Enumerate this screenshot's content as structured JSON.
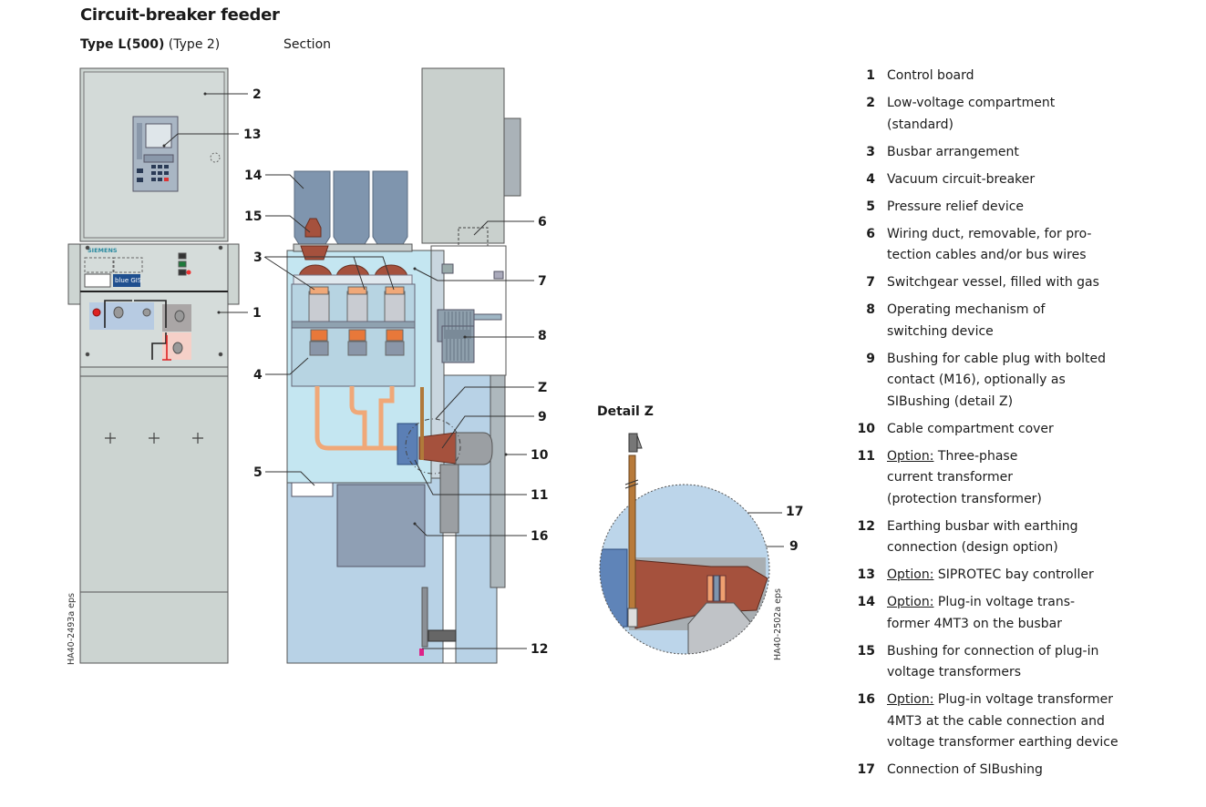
{
  "header": {
    "title": "Circuit-breaker feeder",
    "type_bold": "Type L(500)",
    "type_rest": " (Type 2)",
    "section": "Section"
  },
  "front_panel": {
    "brand": "SIEMENS",
    "product": "blue GIS"
  },
  "detail": {
    "title": "Detail Z"
  },
  "references": {
    "front": "HA40-2493a eps",
    "detail": "HA40-2502a eps"
  },
  "callouts": {
    "c1": "1",
    "c2": "2",
    "c3": "3",
    "c4": "4",
    "c5": "5",
    "c6": "6",
    "c7": "7",
    "c8": "8",
    "c9": "9",
    "c10": "10",
    "c11": "11",
    "c12": "12",
    "c13": "13",
    "c14": "14",
    "c15": "15",
    "c16": "16",
    "cZ": "Z",
    "d17": "17",
    "d9": "9"
  },
  "legend": [
    {
      "num": "1",
      "option": "",
      "lines": [
        "Control board"
      ]
    },
    {
      "num": "2",
      "option": "",
      "lines": [
        "Low-voltage compartment",
        "(standard)"
      ]
    },
    {
      "num": "3",
      "option": "",
      "lines": [
        "Busbar arrangement"
      ]
    },
    {
      "num": "4",
      "option": "",
      "lines": [
        "Vacuum circuit-breaker"
      ]
    },
    {
      "num": "5",
      "option": "",
      "lines": [
        "Pressure relief device"
      ]
    },
    {
      "num": "6",
      "option": "",
      "lines": [
        "Wiring duct, removable, for pro-",
        "tection cables and/or bus wires"
      ]
    },
    {
      "num": "7",
      "option": "",
      "lines": [
        "Switchgear vessel, filled with gas"
      ]
    },
    {
      "num": "8",
      "option": "",
      "lines": [
        "Operating mechanism of",
        "switching device"
      ]
    },
    {
      "num": "9",
      "option": "",
      "lines": [
        "Bushing for cable plug with bolted",
        "contact (M16), optionally as",
        "SIBushing (detail Z)"
      ]
    },
    {
      "num": "10",
      "option": "",
      "lines": [
        "Cable compartment cover"
      ]
    },
    {
      "num": "11",
      "option": "Option:",
      "lines": [
        " Three-phase",
        "current transformer",
        "(protection transformer)"
      ]
    },
    {
      "num": "12",
      "option": "",
      "lines": [
        "Earthing busbar with earthing",
        "connection (design option)"
      ]
    },
    {
      "num": "13",
      "option": "Option:",
      "lines": [
        " SIPROTEC bay controller"
      ]
    },
    {
      "num": "14",
      "option": "Option:",
      "lines": [
        " Plug-in voltage trans-",
        "former 4MT3 on the busbar"
      ]
    },
    {
      "num": "15",
      "option": "",
      "lines": [
        "Bushing for connection of plug-in",
        "voltage transformers"
      ]
    },
    {
      "num": "16",
      "option": "Option:",
      "lines": [
        " Plug-in voltage transformer",
        "4MT3 at the cable connection and",
        "voltage transformer earthing device"
      ]
    },
    {
      "num": "17",
      "option": "",
      "lines": [
        "Connection of SIBushing"
      ]
    }
  ],
  "colors": {
    "panel_grey": "#cdd5d2",
    "gas_vessel": "#c4e6f1",
    "cable_compartment": "#b8d2e6",
    "transformer_blue": "#7f95ae",
    "copper": "#a5513d",
    "copper_light": "#f0a878",
    "bushing_blue": "#5b7fb5"
  }
}
